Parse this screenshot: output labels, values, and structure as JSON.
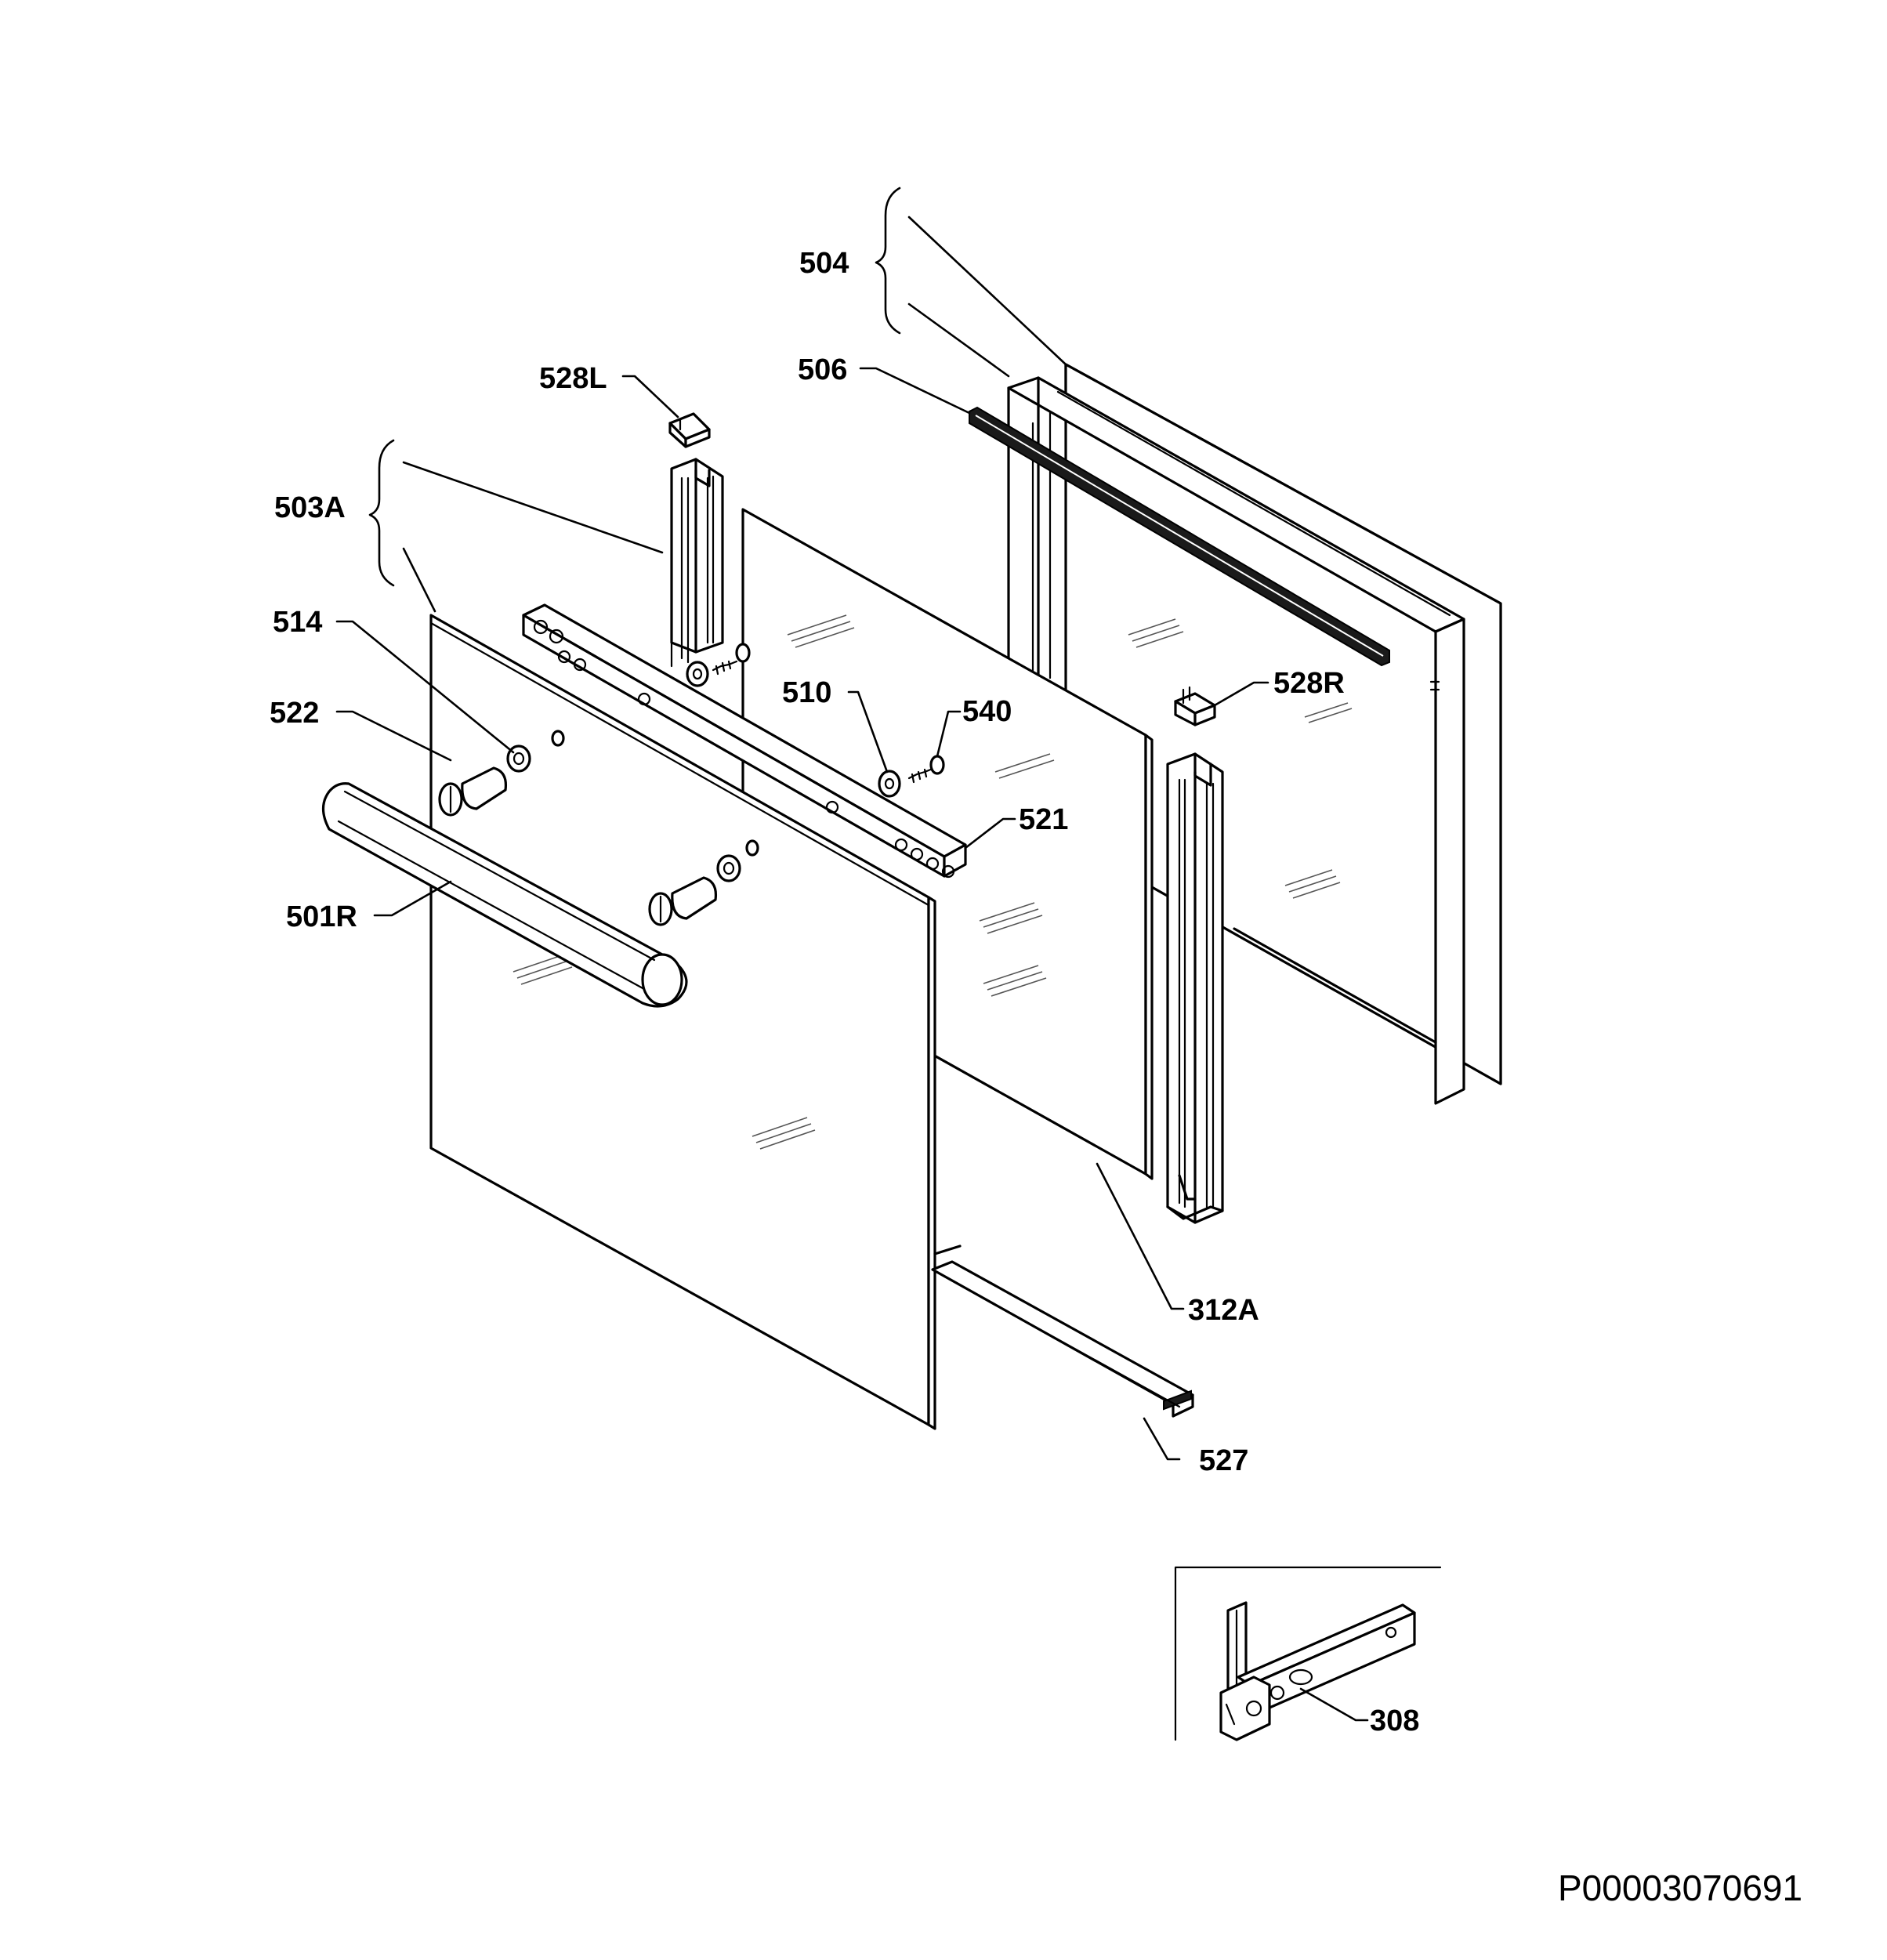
{
  "labels": {
    "p504": "504",
    "p506": "506",
    "p528L": "528L",
    "p503A": "503A",
    "p514": "514",
    "p522": "522",
    "p510": "510",
    "p540": "540",
    "p528R": "528R",
    "p521": "521",
    "p501R": "501R",
    "p312A": "312A",
    "p527": "527",
    "p308": "308"
  },
  "document_id": "P00003070691"
}
